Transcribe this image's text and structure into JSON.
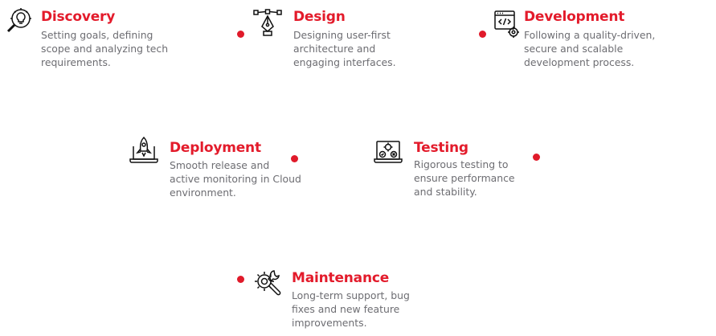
{
  "accent_color": "#e31b2b",
  "steps": [
    {
      "id": "discovery",
      "title": "Discovery",
      "icon": "bulb-search-icon",
      "desc": "Setting goals, defining scope and analyzing tech requirements."
    },
    {
      "id": "design",
      "title": "Design",
      "icon": "pen-tool-icon",
      "desc": "Designing user-first architecture and engaging interfaces."
    },
    {
      "id": "development",
      "title": "Development",
      "icon": "browser-code-gear-icon",
      "desc": "Following a quality-driven, secure and scalable development process."
    },
    {
      "id": "deployment",
      "title": "Deployment",
      "icon": "laptop-rocket-icon",
      "desc": "Smooth release and active monitoring in Cloud environment."
    },
    {
      "id": "testing",
      "title": "Testing",
      "icon": "laptop-test-icon",
      "desc": "Rigorous testing to ensure performance and stability."
    },
    {
      "id": "maintenance",
      "title": "Maintenance",
      "icon": "wrench-gear-icon",
      "desc": "Long-term support, bug fixes and new feature improvements."
    }
  ]
}
